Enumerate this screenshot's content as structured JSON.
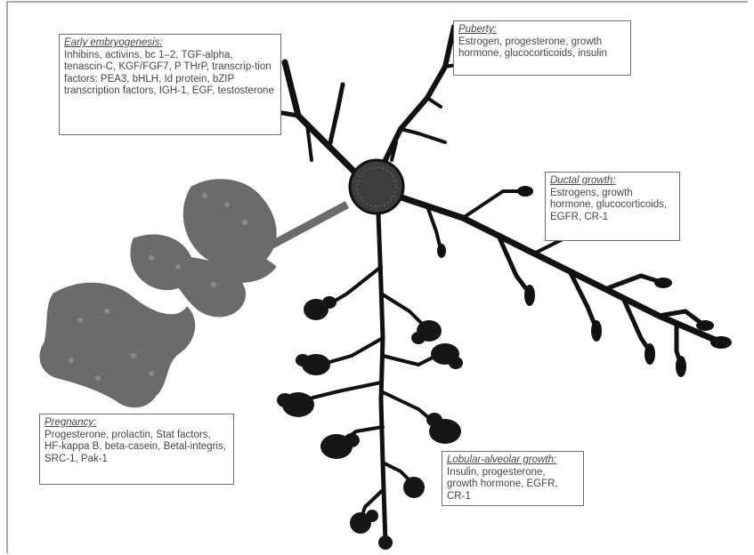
{
  "stages": {
    "early_embryogenesis": {
      "title": "Early embryogenesis",
      "factors": "Inhibins, activins, bc 1–2, TGF-alpha, tenascin-C, KGF/FGF7, P THrP, transcrip-tion factors: PEA3, bHLH, Id protein, bZIP transcription factors, IGH-1, EGF, testosterone"
    },
    "puberty": {
      "title": "Puberty",
      "factors": "Estrogen, progesterone, growth hormone, glucocorticoids, insulin"
    },
    "ductal_growth": {
      "title": "Ductal growth",
      "factors": "Estrogens, growth hormone, glucocorticoids, EGFR, CR-1"
    },
    "pregnancy": {
      "title": "Pregnancy",
      "factors": "Progesterone, prolactin, Stat factors, HF-kappa B, beta-casein, Betal-integris, SRC-1, Pak-1"
    },
    "lobular_alveolar_growth": {
      "title": "Lobular-alveolar growth",
      "factors": "Insulin, progesterone, growth hormone, EGFR, CR-1"
    }
  },
  "colors": {
    "ducts": "#111111",
    "pregnancy_lobules": "#6b6b6b",
    "box_border": "#6f6f6f",
    "text": "#444444"
  }
}
